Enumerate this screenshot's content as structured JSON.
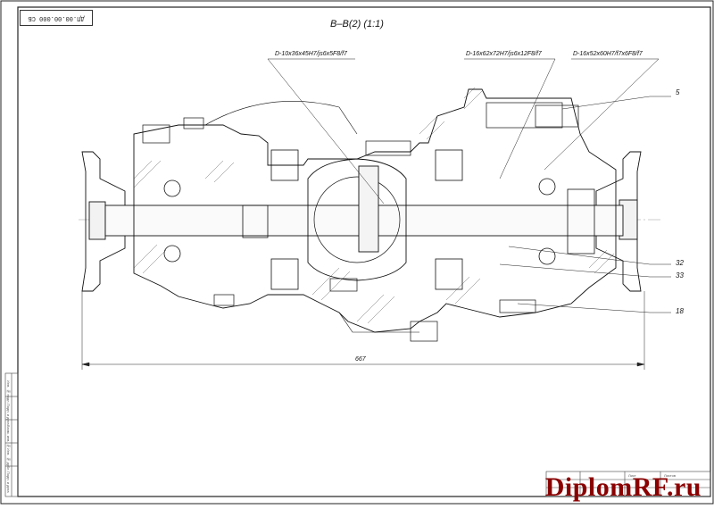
{
  "drawing": {
    "stamp": "ДП.00.00.000 СБ",
    "section_title": "В–В(2) (1:1)",
    "callouts": [
      "D-10x36x45H7/js6x5F8/f7",
      "D-16x62x72H7/js6x12F8/f7",
      "D-16x52x60H7/f7x6F8/f7"
    ],
    "position_numbers": [
      "5",
      "32",
      "33",
      "18"
    ],
    "overall_dimension": "667"
  },
  "title_block": {
    "left_strip_labels": [
      "Инв. № подл.",
      "Подп. и дата",
      "Взам. инв. №",
      "Инв. № дубл.",
      "Подп. и дата"
    ],
    "bottom_labels": [
      "Лист",
      "Листов"
    ]
  },
  "watermark": {
    "text": "DiplomRF.ru",
    "color": "#8b0000"
  }
}
